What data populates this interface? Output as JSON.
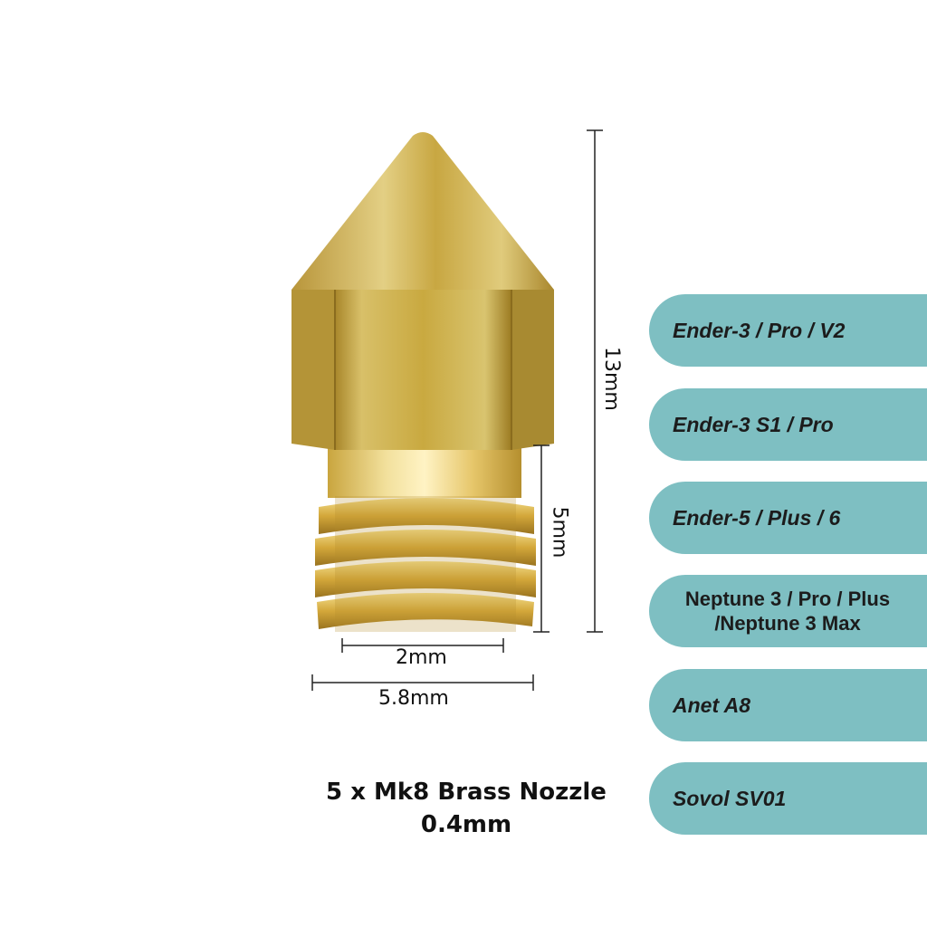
{
  "dimensions": {
    "height_total": "13mm",
    "thread_length": "5mm",
    "bore": "2mm",
    "hex_width": "5.8mm"
  },
  "compatible_printers": [
    "Ender-3 / Pro / V2",
    "Ender-3 S1 / Pro",
    "Ender-5 / Plus / 6",
    "Neptune 3 / Pro / Plus\n/Neptune 3 Max",
    "Anet A8",
    "Sovol SV01"
  ],
  "product": {
    "title_line1": "5 x Mk8 Brass Nozzle",
    "title_line2": "0.4mm"
  },
  "colors": {
    "pill": "#7ebfc2",
    "brass": "#d9b64a"
  }
}
